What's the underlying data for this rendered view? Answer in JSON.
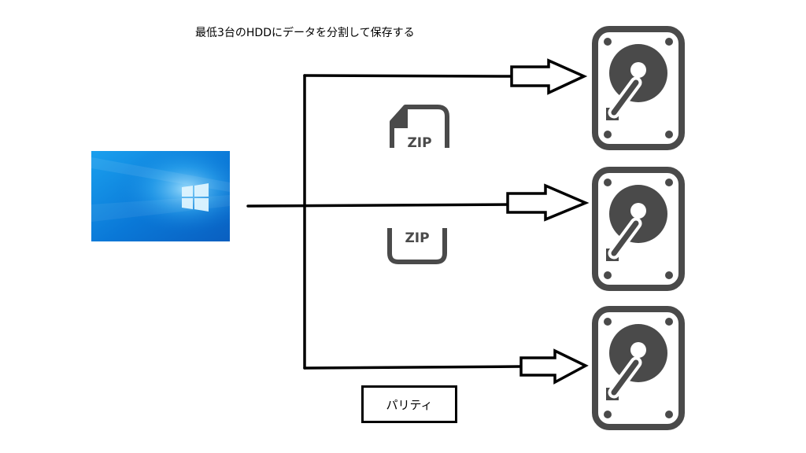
{
  "diagram": {
    "caption": "最低3台のHDDにデータを分割して保存する",
    "parity_label": "パリティ",
    "file_icons": [
      {
        "label": "ZIP"
      },
      {
        "label": "ZIP"
      }
    ],
    "colors": {
      "line": "#000000",
      "hdd": "#4a4a4a",
      "windows_blue": "#0a78d7",
      "windows_light": "#5ac8fa"
    },
    "icons": [
      "windows-desktop-icon",
      "zip-file-icon",
      "hdd-icon"
    ]
  }
}
